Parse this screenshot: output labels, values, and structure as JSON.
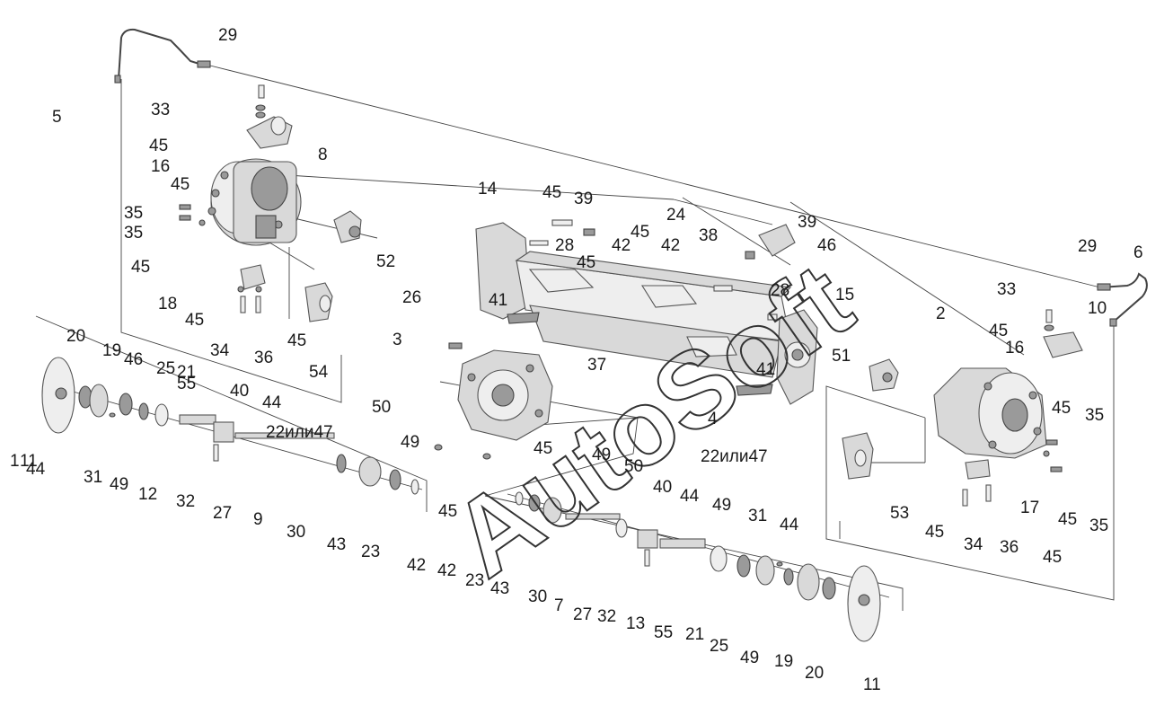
{
  "diagram": {
    "watermark": "AutoSoft",
    "callouts": [
      "1",
      "2",
      "3",
      "4",
      "5",
      "6",
      "7",
      "8",
      "9",
      "10",
      "11",
      "11",
      "12",
      "13",
      "14",
      "15",
      "16",
      "16",
      "17",
      "18",
      "19",
      "19",
      "20",
      "20",
      "21",
      "21",
      "22или47",
      "22или47",
      "23",
      "23",
      "24",
      "25",
      "25",
      "26",
      "27",
      "27",
      "28",
      "28",
      "29",
      "29",
      "30",
      "30",
      "31",
      "31",
      "32",
      "32",
      "33",
      "33",
      "34",
      "34",
      "35",
      "35",
      "35",
      "35",
      "36",
      "36",
      "37",
      "38",
      "39",
      "39",
      "40",
      "40",
      "41",
      "41",
      "42",
      "42",
      "42",
      "42",
      "43",
      "43",
      "44",
      "44",
      "44",
      "44",
      "45",
      "45",
      "45",
      "45",
      "45",
      "45",
      "45",
      "45",
      "45",
      "45",
      "45",
      "45",
      "45",
      "45",
      "45",
      "46",
      "46",
      "49",
      "49",
      "49",
      "49",
      "49",
      "50",
      "50",
      "51",
      "52",
      "53",
      "54",
      "55",
      "55"
    ]
  }
}
